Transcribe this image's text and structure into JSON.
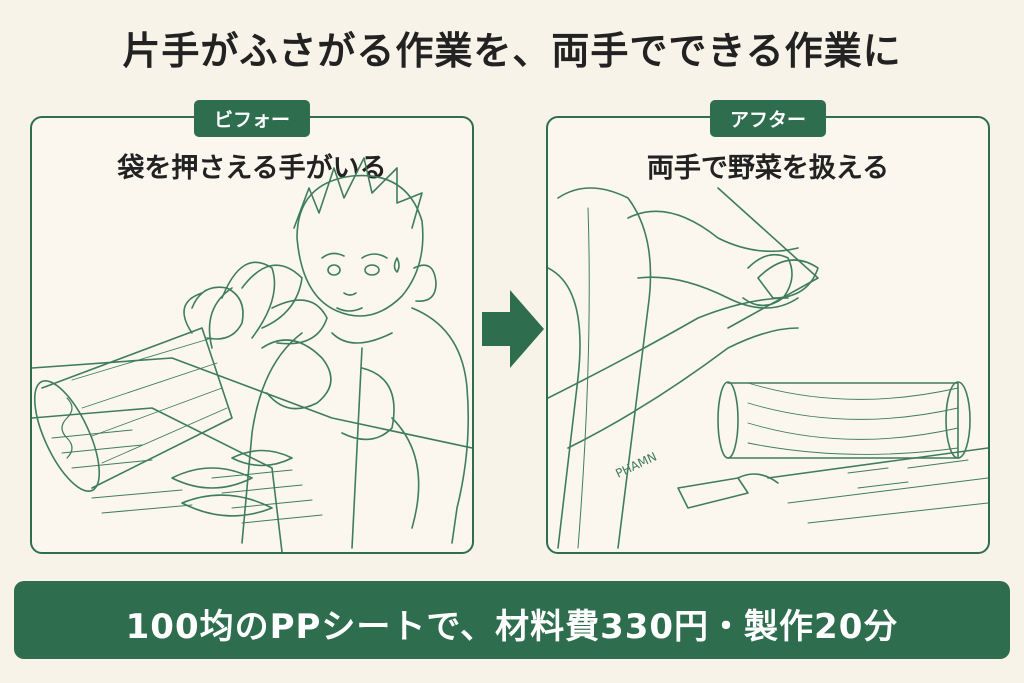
{
  "headline": "片手がふさがる作業を、両手でできる作業に",
  "before": {
    "tag": "ビフォー",
    "caption": "袋を押さえる手がいる"
  },
  "after": {
    "tag": "アフター",
    "caption": "両手で野菜を扱える",
    "sleeve_print": "PHAMN"
  },
  "banner": "100均のPPシートで、材料費330円・製作20分",
  "colors": {
    "accent": "#2e6e4f",
    "background": "#f8f3e8",
    "line": "#3f7d5c"
  },
  "icons": [
    "right-arrow-icon"
  ]
}
